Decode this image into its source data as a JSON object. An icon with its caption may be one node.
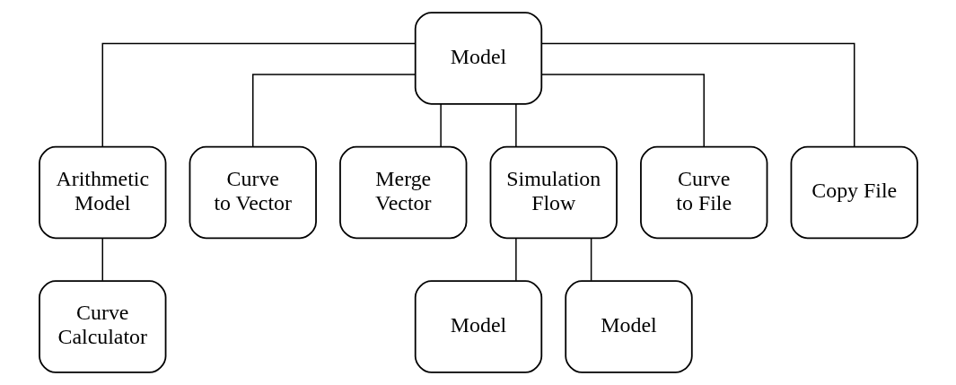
{
  "diagram": {
    "nodes": [
      {
        "text": [
          "Model"
        ]
      },
      {
        "text": [
          "Arithmetic Model"
        ]
      },
      {
        "text": [
          "Curve to Vector"
        ]
      },
      {
        "text": [
          "Merge Vector"
        ]
      },
      {
        "text": [
          "Simulation Flow"
        ]
      },
      {
        "text": [
          "Curve to File"
        ]
      },
      {
        "text": [
          "Copy File"
        ]
      },
      {
        "text": [
          "Curve Calculator"
        ]
      },
      {
        "text": [
          "Model"
        ]
      },
      {
        "text": [
          "Model"
        ]
      }
    ],
    "edges": [
      {
        "from": 0,
        "to": 1,
        "arrow": "none"
      },
      {
        "from": 0,
        "to": 2,
        "arrow": "none"
      },
      {
        "from": 0,
        "to": 3,
        "arrow": "none"
      },
      {
        "from": 0,
        "to": 4,
        "arrow": "none"
      },
      {
        "from": 0,
        "to": 5,
        "arrow": "none"
      },
      {
        "from": 0,
        "to": 6,
        "arrow": "none"
      },
      {
        "from": 1,
        "to": 7,
        "arrow": "none"
      },
      {
        "from": 4,
        "to": 8,
        "arrow": "none"
      },
      {
        "from": 4,
        "to": 9,
        "arrow": "none"
      }
    ]
  }
}
